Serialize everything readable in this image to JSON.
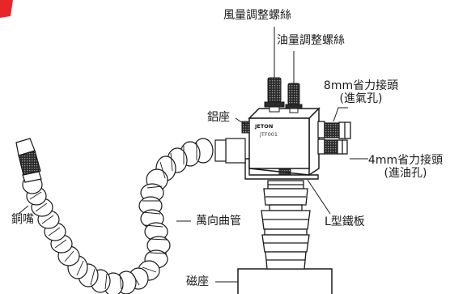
{
  "labels": {
    "air_screw": "風量調整螺絲",
    "oil_screw": "油量調整螺絲",
    "fitting_8mm_line1": "8mm省力接頭",
    "fitting_8mm_line2": "(進氣孔)",
    "aluminum_block": "鋁座",
    "fitting_4mm_line1": "4mm省力接頭",
    "fitting_4mm_line2": "(進油孔)",
    "copper_nozzle": "銅嘴",
    "flex_hose": "萬向曲管",
    "l_bracket": "L型鐵板",
    "magnetic_base": "磁座"
  },
  "block": {
    "brand": "JETON",
    "model": "JTF001"
  },
  "colors": {
    "corner_accent": "#e8262a",
    "line": "#1a1a1a",
    "knob": "#2b2b2b"
  },
  "icons": {
    "corner_accent": "red-corner-tab",
    "brand_mark": "jeton-logo-mark"
  }
}
